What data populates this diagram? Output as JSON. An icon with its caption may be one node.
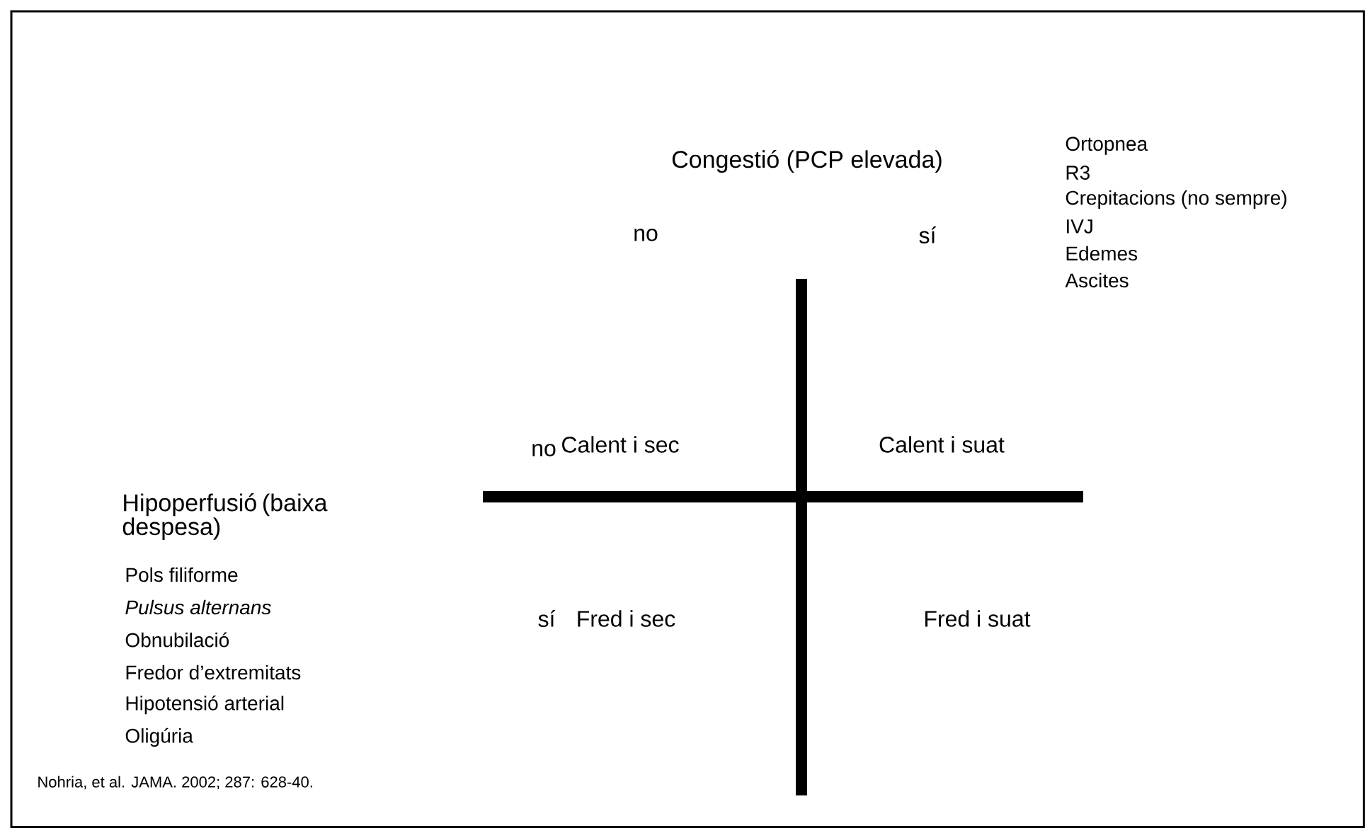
{
  "diagram": {
    "labels": [
      "Ortopnea",
      "R3",
      "Crepitacions (no sempre)",
      "IVJ",
      "Edemes",
      "Ascites",
      "Congestió (PCP elevada)",
      "no",
      "sí",
      "no",
      "Calent i sec",
      "Calent i suat",
      "Hipoperfusió (baixa despesa)",
      "Pols filiforme",
      "Pulsus alternans",
      "sí",
      "Fred i sec",
      "Fred i suat",
      "Obnubilació",
      "Fredor d’extremitats",
      "Hipotensió arterial",
      "Oligúria",
      "Nohria, et al. JAMA. 2002; 287: 628-40."
    ]
  }
}
